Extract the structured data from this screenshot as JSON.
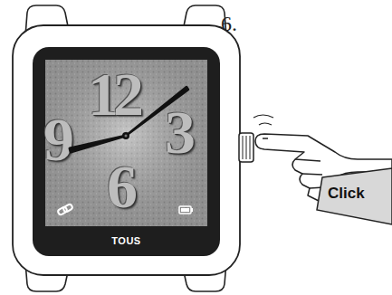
{
  "diagram": {
    "labels": [
      "6.",
      "12",
      "9",
      "3",
      "6",
      "TOUS",
      "Click"
    ]
  }
}
